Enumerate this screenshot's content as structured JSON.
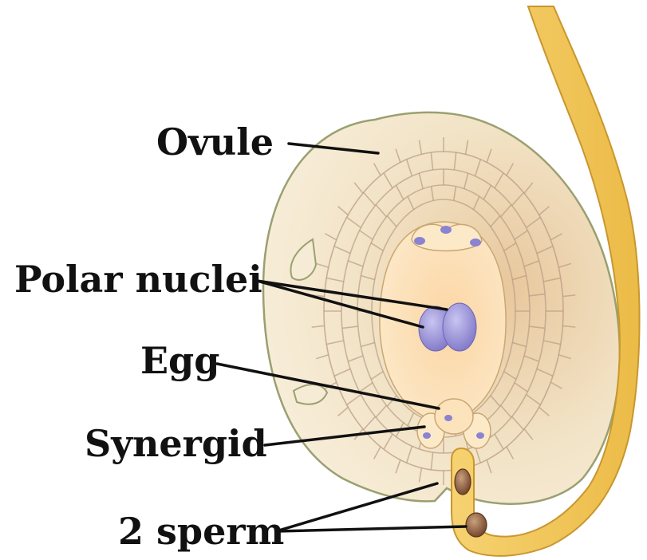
{
  "labels": {
    "ovule": "Ovule",
    "polar_nuclei": "Polar nuclei",
    "egg": "Egg",
    "synergid": "Synergid",
    "sperm": "2 sperm"
  },
  "colors": {
    "ovule_fill": "#efe2c6",
    "ovule_shade": "#d9b488",
    "ovule_outline": "#9aa070",
    "sac_fill": "#fbdcae",
    "pollen_tube": "#f3c85a",
    "pollen_tube_edge": "#d3a43a",
    "nucleus": "#8a83d0",
    "nucleus_light": "#b8b3ea",
    "sperm": "#8b5a3c",
    "cell_wall": "#b89c84",
    "leader": "#111111"
  }
}
